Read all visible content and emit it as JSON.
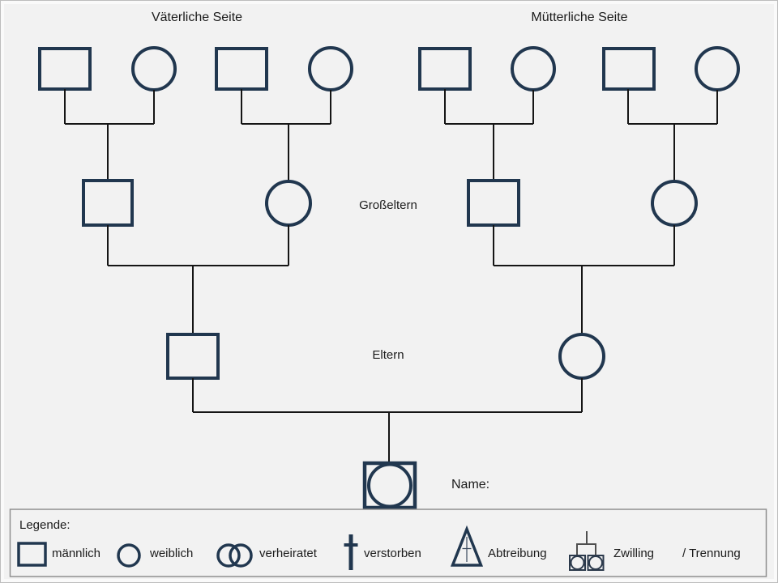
{
  "page": {
    "titles": {
      "paternal": "Väterliche Seite",
      "maternal": "Mütterliche Seite"
    },
    "row_labels": {
      "grandparents": "Großeltern",
      "parents": "Eltern",
      "child_name": "Name:"
    },
    "legend": {
      "title": "Legende:",
      "items": [
        {
          "symbol": "male-square-icon",
          "label": "männlich"
        },
        {
          "symbol": "female-circle-icon",
          "label": "weiblich"
        },
        {
          "symbol": "married-rings-icon",
          "label": "verheiratet"
        },
        {
          "symbol": "deceased-cross-icon",
          "label": "verstorben"
        },
        {
          "symbol": "abortion-triangle-icon",
          "label": "Abtreibung"
        },
        {
          "symbol": "twin-icon",
          "label": "Zwilling"
        },
        {
          "symbol": "separation-slash",
          "label": "/ Trennung"
        }
      ]
    },
    "colors": {
      "shape_stroke": "#21374f",
      "connector_line": "#151515",
      "background": "#f2f2f2",
      "legend_border": "#8f8f8f",
      "text": "#1b1b1b"
    }
  }
}
